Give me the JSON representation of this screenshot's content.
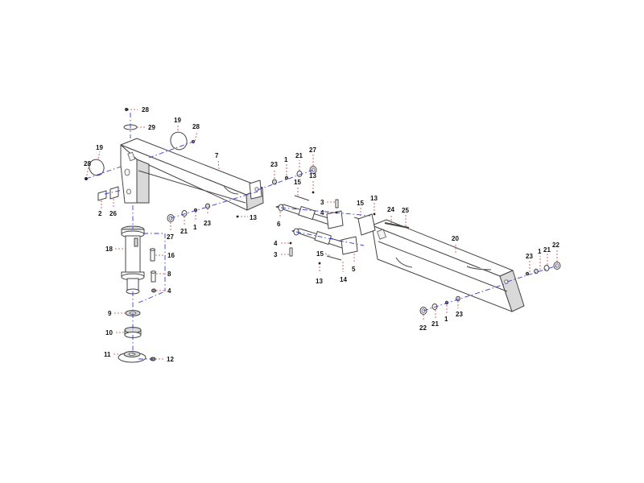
{
  "diagram": {
    "callouts": [
      {
        "id": "c28a",
        "label": "28"
      },
      {
        "id": "c29",
        "label": "29"
      },
      {
        "id": "c19a",
        "label": "19"
      },
      {
        "id": "c28b",
        "label": "28"
      },
      {
        "id": "c7",
        "label": "7"
      },
      {
        "id": "c19b",
        "label": "19"
      },
      {
        "id": "c28c",
        "label": "28"
      },
      {
        "id": "c2",
        "label": "2"
      },
      {
        "id": "c26",
        "label": "26"
      },
      {
        "id": "c18",
        "label": "18"
      },
      {
        "id": "c16",
        "label": "16"
      },
      {
        "id": "c8",
        "label": "8"
      },
      {
        "id": "c4a",
        "label": "4"
      },
      {
        "id": "c9",
        "label": "9"
      },
      {
        "id": "c10",
        "label": "10"
      },
      {
        "id": "c11",
        "label": "11"
      },
      {
        "id": "c12",
        "label": "12"
      },
      {
        "id": "c27a",
        "label": "27"
      },
      {
        "id": "c21a",
        "label": "21"
      },
      {
        "id": "c1a",
        "label": "1"
      },
      {
        "id": "c23a",
        "label": "23"
      },
      {
        "id": "c13a",
        "label": "13"
      },
      {
        "id": "c23b",
        "label": "23"
      },
      {
        "id": "c1b",
        "label": "1"
      },
      {
        "id": "c21b",
        "label": "21"
      },
      {
        "id": "c27b",
        "label": "27"
      },
      {
        "id": "c13b",
        "label": "13"
      },
      {
        "id": "c15a",
        "label": "15"
      },
      {
        "id": "c3a",
        "label": "3"
      },
      {
        "id": "c4b",
        "label": "4"
      },
      {
        "id": "c6",
        "label": "6"
      },
      {
        "id": "c4c",
        "label": "4"
      },
      {
        "id": "c3b",
        "label": "3"
      },
      {
        "id": "c15b",
        "label": "15"
      },
      {
        "id": "c13c",
        "label": "13"
      },
      {
        "id": "c14",
        "label": "14"
      },
      {
        "id": "c5",
        "label": "5"
      },
      {
        "id": "c15c",
        "label": "15"
      },
      {
        "id": "c13d",
        "label": "13"
      },
      {
        "id": "c24",
        "label": "24"
      },
      {
        "id": "c25",
        "label": "25"
      },
      {
        "id": "c20",
        "label": "20"
      },
      {
        "id": "c23c",
        "label": "23"
      },
      {
        "id": "c1c",
        "label": "1"
      },
      {
        "id": "c21c",
        "label": "21"
      },
      {
        "id": "c22a",
        "label": "22"
      },
      {
        "id": "c22b",
        "label": "22"
      },
      {
        "id": "c21d",
        "label": "21"
      },
      {
        "id": "c1d",
        "label": "1"
      },
      {
        "id": "c23d",
        "label": "23"
      }
    ]
  }
}
